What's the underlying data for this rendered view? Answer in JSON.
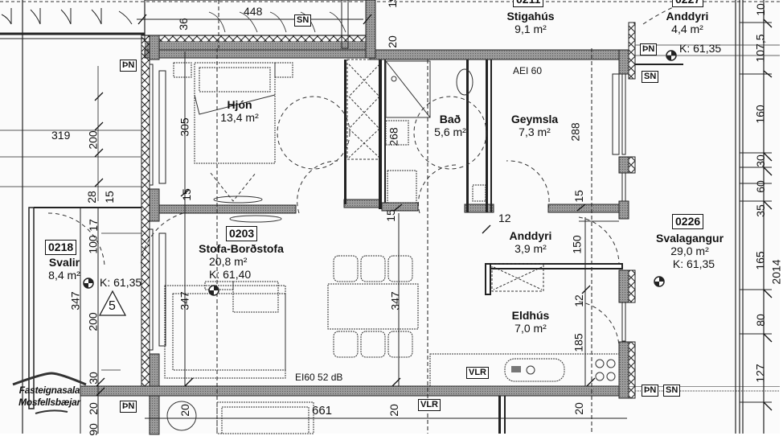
{
  "plan": {
    "type": "architectural floor plan",
    "unit_label": "0203",
    "rooms": [
      {
        "id": "hjon",
        "name": "Hjón",
        "area": "13,4 m²"
      },
      {
        "id": "bad",
        "name": "Bað",
        "area": "5,6 m²"
      },
      {
        "id": "geymsla",
        "name": "Geymsla",
        "area": "7,3 m²"
      },
      {
        "id": "stofa",
        "code": "0203",
        "name": "Stofa-Borðstofa",
        "area": "20,8 m²",
        "level": "K: 61,40"
      },
      {
        "id": "anddyri",
        "name": "Anddyri",
        "area": "3,9 m²"
      },
      {
        "id": "eldhus",
        "name": "Eldhús",
        "area": "7,0 m²"
      },
      {
        "id": "svalir",
        "code": "0218",
        "name": "Svalir",
        "area": "8,4 m²",
        "level": "K: 61,35"
      },
      {
        "id": "svalagangur",
        "code": "0226",
        "name": "Svalagangur",
        "area": "29,0 m²",
        "level": "K: 61,35"
      },
      {
        "id": "stigahus",
        "code": "0211",
        "name": "Stigahús",
        "area": "9,1 m²"
      },
      {
        "id": "anddyri2",
        "code": "0227",
        "name": "Anddyri",
        "area": "4,4 m²",
        "level": "K: 61,35"
      }
    ],
    "dimensions": {
      "top_448": "448",
      "d36": "36",
      "d319": "319",
      "d200a": "200",
      "d305": "305",
      "d15a": "15",
      "d28": "28",
      "d15b": "15",
      "d268": "268",
      "d288": "288",
      "d15c": "15",
      "d15d": "15",
      "d12a": "12",
      "d150": "150",
      "d12b": "12",
      "d185": "185",
      "d347a": "347",
      "d347b": "347",
      "d347c": "347",
      "d100": "100",
      "d17": "17",
      "d200b": "200",
      "d30a": "30",
      "d20a": "20",
      "d90": "90",
      "d20b": "20",
      "d20c": "20",
      "d20d": "20",
      "d661": "661",
      "d20top": "20",
      "d19": "19",
      "right_col": [
        "10",
        "107,5",
        "160",
        "30",
        "60",
        "35",
        "165",
        "80",
        "127"
      ],
      "total": "2014"
    },
    "annotations": {
      "aei60": "AEI 60",
      "ei60": "EI60  52 dB",
      "section_marker": "5",
      "pn": "ÞN",
      "sn": "SN",
      "vlr": "VLR"
    }
  },
  "logo": {
    "line1": "Fasteignasala",
    "line2": "Mosfellsbæjar"
  }
}
